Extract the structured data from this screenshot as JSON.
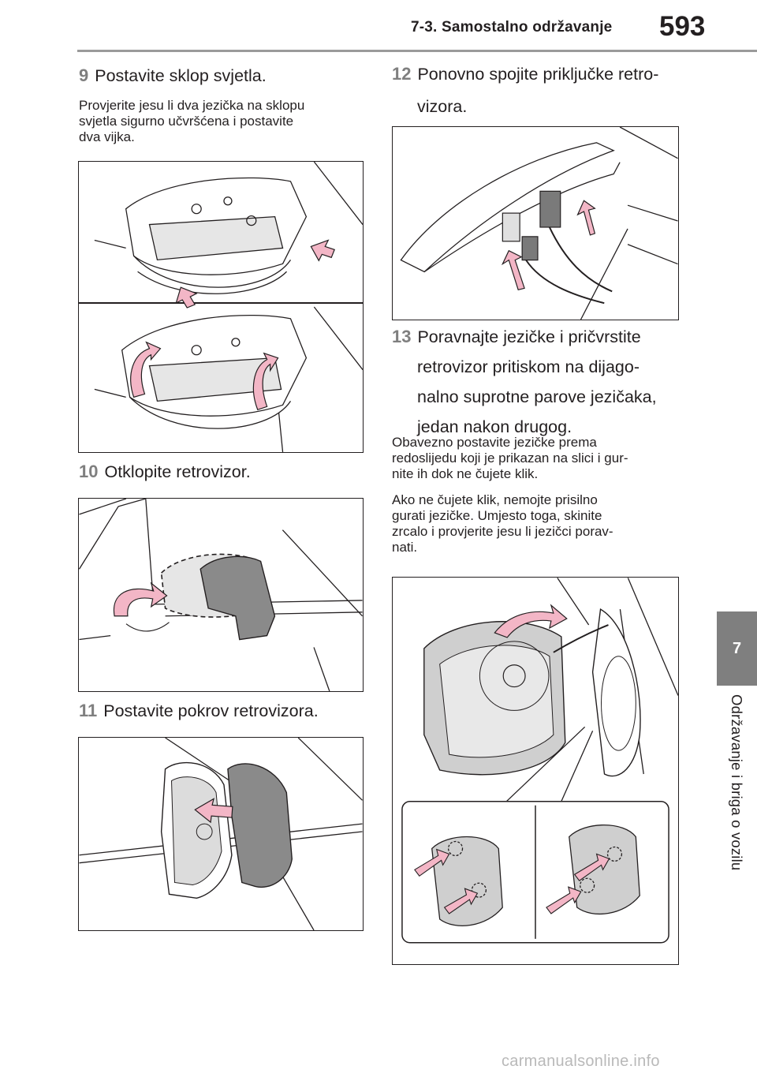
{
  "header": {
    "section_title": "7-3. Samostalno održavanje",
    "page_number": "593"
  },
  "side_tab": {
    "chapter_number": "7",
    "chapter_title": "Održavanje i briga o vozilu"
  },
  "steps": [
    {
      "number": "9",
      "text": "Postavite sklop svjetla."
    },
    {
      "number": "10",
      "text": "Otklopite retrovizor."
    },
    {
      "number": "11",
      "text": "Postavite pokrov retrovizora."
    },
    {
      "number": "12",
      "text": "Ponovno spojite priključke retro-",
      "text_cont": "vizora."
    },
    {
      "number": "13",
      "text": "Poravnajte jezičke i pričvrstite",
      "text_lines": [
        "retrovizor pritiskom na dijago-",
        "nalno suprotne parove jezičaka,",
        "jedan nakon drugog."
      ]
    }
  ],
  "notes": {
    "step9": [
      "Provjerite jesu li dva jezička na sklopu",
      "svjetla sigurno učvršćena i postavite",
      "dva vijka."
    ],
    "step13_a": [
      "Obavezno postavite jezičke prema",
      "redoslijedu koji je prikazan na slici i gur-",
      "nite ih dok ne čujete klik."
    ],
    "step13_b": [
      "Ako ne čujete klik, nemojte prisilno",
      "gurati jezičke. Umjesto toga, skinite",
      "zrcalo i provjerite jesu li jezičci porav-",
      "nati."
    ]
  },
  "colors": {
    "arrow_pink": "#f3b6c6",
    "arrow_stroke": "#231f20",
    "tab_gray": "#7f7f7f",
    "number_gray": "#7f7f7f"
  },
  "watermark": "carmanualsonline.info"
}
